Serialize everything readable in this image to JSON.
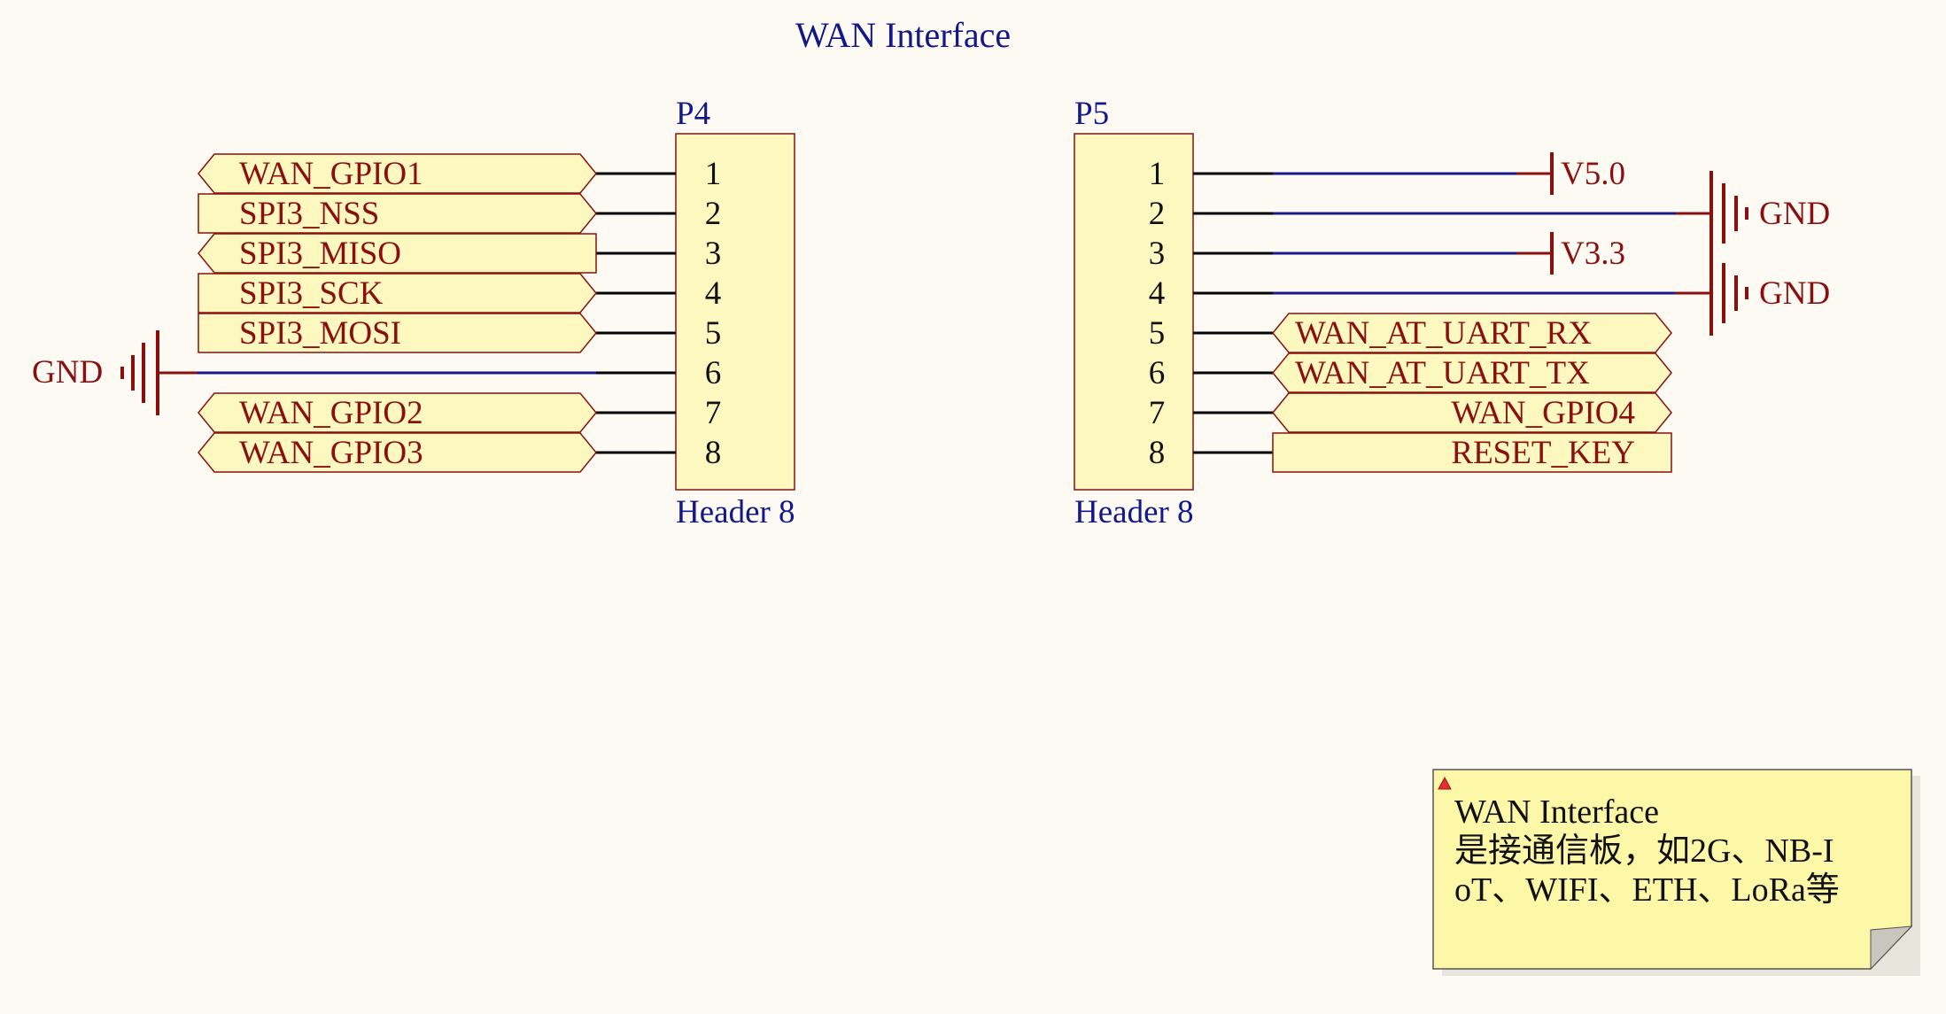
{
  "title": "WAN Interface",
  "colors": {
    "wire": "#1a1a8c",
    "pin": "#000000",
    "power": "#8a1010",
    "body_fill": "#fdf7c0",
    "body_stroke": "#8a1010",
    "ref_text": "#12188a",
    "note_fill": "#fdf7a8"
  },
  "p4": {
    "designator": "P4",
    "comment": "Header 8",
    "pins": [
      "1",
      "2",
      "3",
      "4",
      "5",
      "6",
      "7",
      "8"
    ],
    "nets": [
      "WAN_GPIO1",
      "SPI3_NSS",
      "SPI3_MISO",
      "SPI3_SCK",
      "SPI3_MOSI",
      "",
      "WAN_GPIO2",
      "WAN_GPIO3"
    ],
    "gnd": "GND"
  },
  "p5": {
    "designator": "P5",
    "comment": "Header 8",
    "pins": [
      "1",
      "2",
      "3",
      "4",
      "5",
      "6",
      "7",
      "8"
    ],
    "power": [
      "V5.0",
      "GND",
      "V3.3",
      "GND"
    ],
    "nets": [
      "WAN_AT_UART_RX",
      "WAN_AT_UART_TX",
      "WAN_GPIO4",
      "RESET_KEY"
    ]
  },
  "note": {
    "lines": [
      "WAN Interface",
      "是接通信板，如2G、NB-I",
      "oT、WIFI、ETH、LoRa等"
    ]
  }
}
